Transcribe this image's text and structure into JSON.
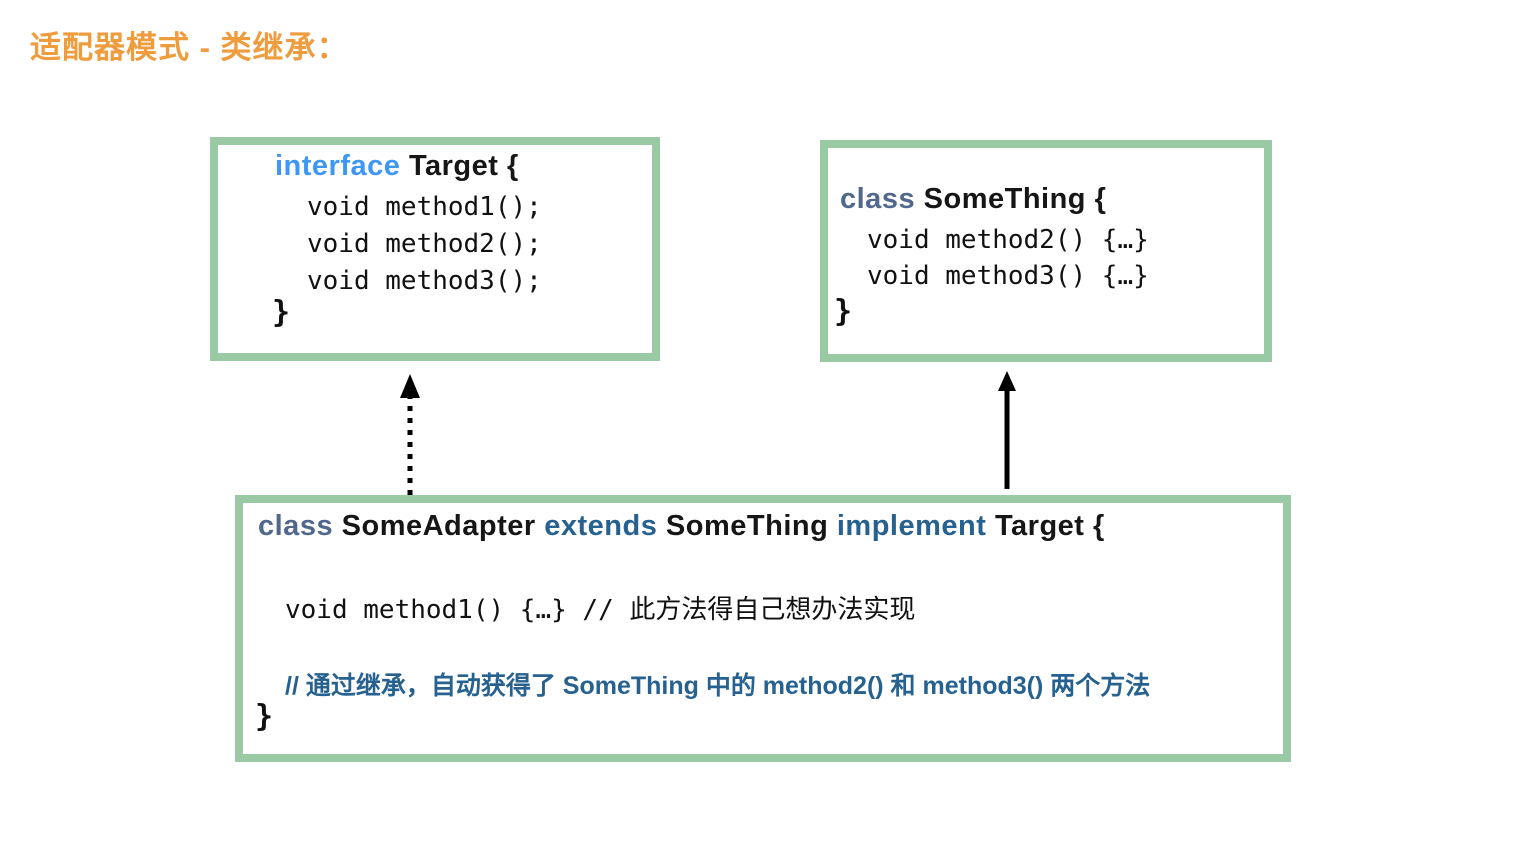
{
  "title": "适配器模式 - 类继承：",
  "colors": {
    "title_orange": "#EE9C3D",
    "interface_keyword_blue": "#3E97F2",
    "class_keyword_slate": "#50688B",
    "extends_implement_steel_blue": "#26618F",
    "comment_blue": "#26618F",
    "box_border_green": "#9ACAA3",
    "arrow_black": "#000000",
    "code_black": "#111111"
  },
  "boxes": {
    "target": {
      "keyword": "interface ",
      "name": "Target {",
      "lines": [
        "void method1();",
        "void method2();",
        "void method3();"
      ],
      "close": "}"
    },
    "something": {
      "keyword": "class ",
      "name": "SomeThing {",
      "lines": [
        "void method2() {…}",
        "void method3() {…}"
      ],
      "close": "}"
    },
    "adapter": {
      "header": {
        "kw_class": "class ",
        "name_adapter": "SomeAdapter ",
        "kw_extends": "extends ",
        "name_something": "SomeThing ",
        "kw_implement": "implement ",
        "name_target": "Target {"
      },
      "code_line": "void method1() {…} // 此方法得自己想办法实现",
      "comment_line": "// 通过继承，自动获得了 SomeThing 中的 method2() 和 method3() 两个方法",
      "close": "}"
    }
  },
  "arrows": {
    "implements": {
      "style": "dashed",
      "from": "SomeAdapter",
      "to": "Target"
    },
    "extends": {
      "style": "solid",
      "from": "SomeAdapter",
      "to": "SomeThing"
    }
  }
}
